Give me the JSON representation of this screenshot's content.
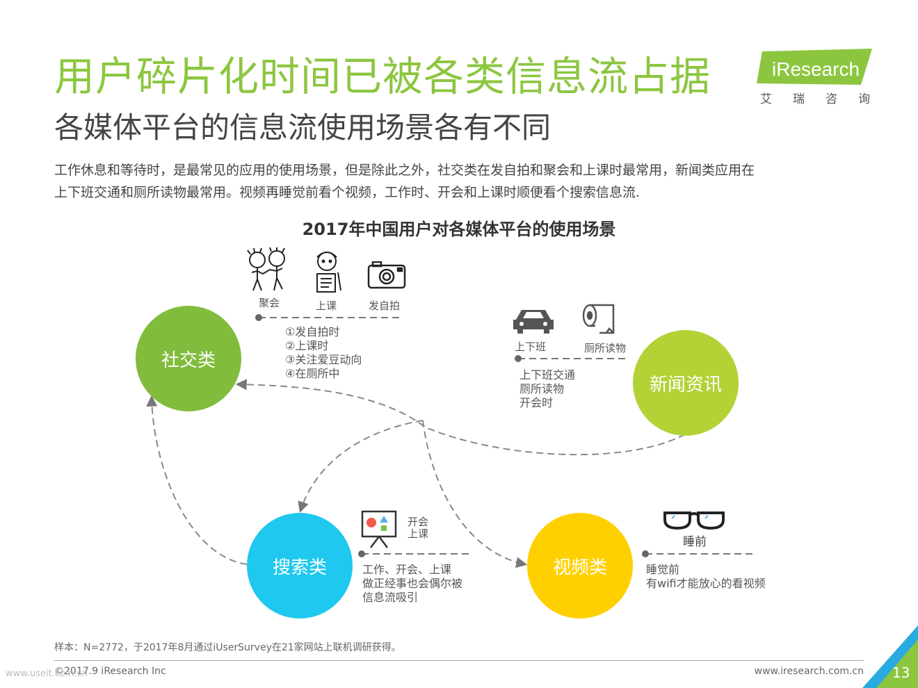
{
  "header": {
    "title": "用户碎片化时间已被各类信息流占据",
    "subtitle": "各媒体平台的信息流使用场景各有不同",
    "description_line1": "工作休息和等待时，是最常见的应用的使用场景，但是除此之外，社交类在发自拍和聚会和上课时最常用，新闻类应用在",
    "description_line2": "上下班交通和厕所读物最常用。视频再睡觉前看个视频，工作时、开会和上课时顺便看个搜索信息流."
  },
  "logo": {
    "text": "iResearch",
    "chinese": "艾瑞咨询",
    "color": "#8cc63f"
  },
  "diagram": {
    "title": "2017年中国用户对各媒体平台的使用场景",
    "social": {
      "label": "社交类",
      "color": "#82bc3c",
      "icons": [
        {
          "icon": "party-icon",
          "label": "聚会"
        },
        {
          "icon": "class-icon",
          "label": "上课"
        },
        {
          "icon": "camera-icon",
          "label": "发自拍"
        }
      ],
      "notes": [
        "①发自拍时",
        "②上课时",
        "③关注爱豆动向",
        "④在厕所中"
      ]
    },
    "news": {
      "label": "新闻资讯",
      "color": "#b2d235",
      "icons": [
        {
          "icon": "car-icon",
          "label": "上下班"
        },
        {
          "icon": "toilet-paper-icon",
          "label": "厕所读物"
        }
      ],
      "notes": [
        "上下班交通",
        "厕所读物",
        "开会时"
      ]
    },
    "search": {
      "label": "搜索类",
      "color": "#1ec8ee",
      "icons": [
        {
          "icon": "presentation-board-icon",
          "label1": "开会",
          "label2": "上课"
        }
      ],
      "notes": [
        "工作、开会、上课",
        "做正经事也会偶尔被",
        "信息流吸引"
      ]
    },
    "video": {
      "label": "视频类",
      "color": "#ffd000",
      "icons": [
        {
          "icon": "glasses-icon",
          "label": "睡前"
        }
      ],
      "notes": [
        "睡觉前",
        "有wifi才能放心的看视频"
      ]
    }
  },
  "footer": {
    "sample": "样本：N=2772，于2017年8月通过iUserSurvey在21家网站上联机调研获得。",
    "copyright": "©2017.9 iResearch Inc",
    "website": "www.iresearch.com.cn",
    "page_number": "13",
    "watermark": "www.useit.com.cn"
  },
  "colors": {
    "accent_green": "#8cc63f",
    "corner_green": "#8cc63f",
    "corner_blue": "#29abe2"
  }
}
